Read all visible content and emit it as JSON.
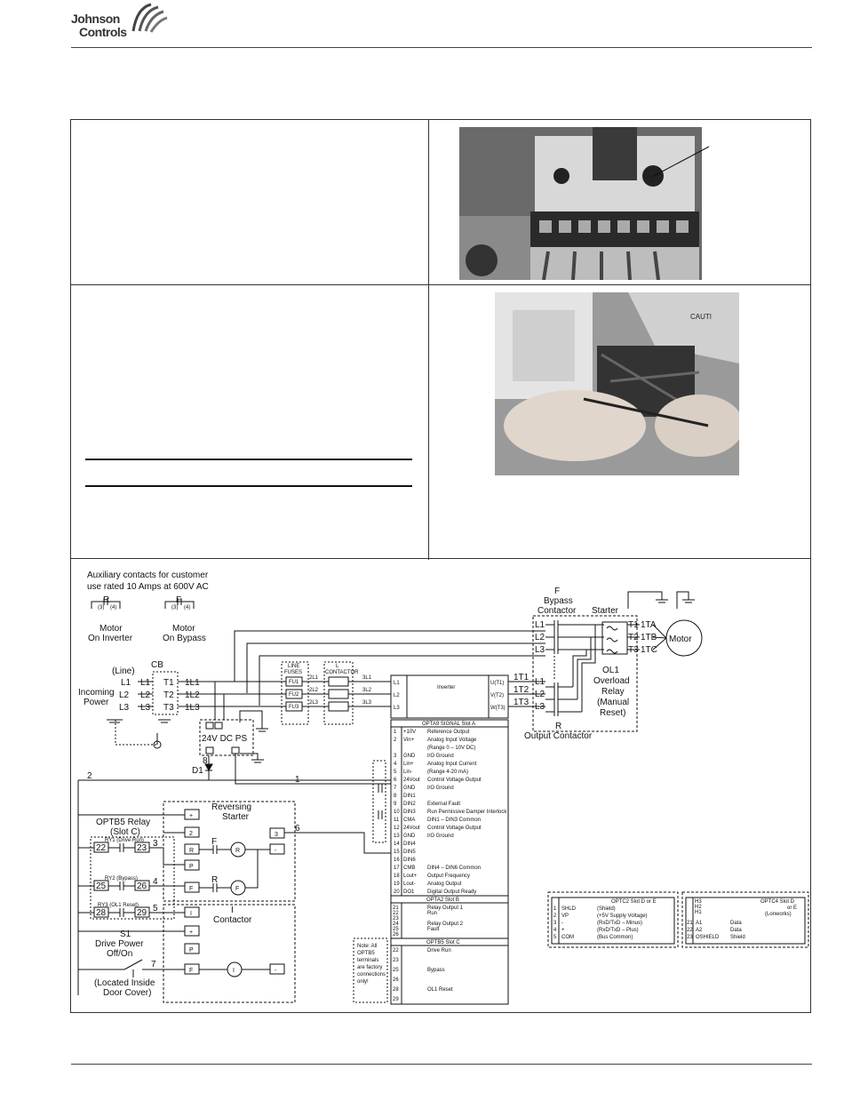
{
  "brand": {
    "line1": "Johnson",
    "line2": "Controls"
  },
  "aux": {
    "line1": "Auxiliary contacts for customer",
    "line2": "use rated 10 Amps at 600V AC",
    "r": "R",
    "f": "F",
    "p3": "(3)",
    "p4": "(4)",
    "motor_inv_1": "Motor",
    "motor_inv_2": "On Inverter",
    "motor_byp_1": "Motor",
    "motor_byp_2": "On Bypass"
  },
  "bypass": {
    "f": "F",
    "line1": "Bypass",
    "line2": "Contactor",
    "starter": "Starter"
  },
  "out": {
    "t1": "T1",
    "t2": "T2",
    "t3": "T3",
    "ta": "1TA",
    "tb": "1TB",
    "tc": "1TC",
    "motor": "Motor"
  },
  "ol1": {
    "l1": "OL1",
    "l2": "Overload",
    "l3": "Relay",
    "l4": "(Manual",
    "l5": "Reset)"
  },
  "outc": {
    "r": "R",
    "label": "Output Contactor"
  },
  "line": {
    "line": "(Line)",
    "cb": "CB",
    "inc1": "Incoming",
    "inc2": "Power",
    "l1": "L1",
    "l2": "L2",
    "l3": "L3",
    "t1": "T1",
    "t2": "T2",
    "t3": "T3",
    "w1": "1L1",
    "w2": "1L2",
    "w3": "1L3"
  },
  "fuses": {
    "title1": "LINE",
    "title2": "FUSES",
    "f": [
      "FU1",
      "FU2",
      "FU3"
    ],
    "n": [
      "2L1",
      "2L2",
      "2L3"
    ]
  },
  "contactor": {
    "title1": "L",
    "title2": "CONTACTOR",
    "n": [
      "3L1",
      "3L2",
      "3L3"
    ]
  },
  "inverter": {
    "title": "Inverter",
    "l": [
      "L1",
      "L2",
      "L3"
    ],
    "o": [
      "U(T1)",
      "V(T2)",
      "W(T3)"
    ],
    "out": [
      "1T1",
      "1T2",
      "1T3"
    ],
    "ol": [
      "L1",
      "L2",
      "L3"
    ]
  },
  "ps": {
    "label": "24V DC PS",
    "d1": "D1",
    "n8": "8",
    "n2": "2",
    "n1": "1"
  },
  "opta9": {
    "title": "OPTA9 SIGNAL Slot A",
    "rows": [
      {
        "n": "1",
        "t": "+10V",
        "d": "Reference Output"
      },
      {
        "n": "2",
        "t": "Vin+",
        "d": "Analog Input Voltage"
      },
      {
        "n": "",
        "t": "",
        "d": "(Range 0 – 10V DC)"
      },
      {
        "n": "3",
        "t": "GND",
        "d": "I/O Ground"
      },
      {
        "n": "4",
        "t": "Lin+",
        "d": "Analog Input Current"
      },
      {
        "n": "5",
        "t": "Lin-",
        "d": "(Range 4-20 mA)"
      },
      {
        "n": "6",
        "t": "24Vout",
        "d": "Control Voltage Output"
      },
      {
        "n": "7",
        "t": "GND",
        "d": "I/O Ground"
      },
      {
        "n": "8",
        "t": "DIN1",
        "d": ""
      },
      {
        "n": "9",
        "t": "DIN2",
        "d": "External Fault"
      },
      {
        "n": "10",
        "t": "DIN3",
        "d": "Run Permissive Damper Interlock"
      },
      {
        "n": "11",
        "t": "CMA",
        "d": "DIN1 – DIN3 Common"
      },
      {
        "n": "12",
        "t": "24Vout",
        "d": "Control Voltage Output"
      },
      {
        "n": "13",
        "t": "GND",
        "d": "I/O Ground"
      },
      {
        "n": "14",
        "t": "DIN4",
        "d": ""
      },
      {
        "n": "15",
        "t": "DIN5",
        "d": ""
      },
      {
        "n": "16",
        "t": "DIN6",
        "d": ""
      },
      {
        "n": "17",
        "t": "CMB",
        "d": "DIN4 – DIN6 Common"
      },
      {
        "n": "18",
        "t": "Lout+",
        "d": "Output Frequency"
      },
      {
        "n": "19",
        "t": "Lout-",
        "d": "Analog Output"
      },
      {
        "n": "20",
        "t": "DO1",
        "d": "Digital Output Ready"
      }
    ]
  },
  "opta2": {
    "title": "OPTA2 Slot B",
    "rows": [
      {
        "n": "21",
        "d": "Relay Output 1"
      },
      {
        "n": "22",
        "d": "Run"
      },
      {
        "n": "23",
        "d": ""
      },
      {
        "n": "24",
        "d": "Relay Output 2"
      },
      {
        "n": "25",
        "d": "Fault"
      },
      {
        "n": "26",
        "d": ""
      }
    ]
  },
  "optb5": {
    "title": "OPTB5 Slot C",
    "rows": [
      {
        "n": "22",
        "d": "Drive Run"
      },
      {
        "n": "23",
        "d": ""
      },
      {
        "n": "25",
        "d": "Bypass"
      },
      {
        "n": "26",
        "d": ""
      },
      {
        "n": "28",
        "d": "OL1 Reset"
      },
      {
        "n": "29",
        "d": ""
      }
    ]
  },
  "note": {
    "l1": "Note: All",
    "l2": "OPTB5",
    "l3": "terminals",
    "l4": "are factory",
    "l5": "connections",
    "l6": "only!"
  },
  "relay": {
    "title1": "OPTB5 Relay",
    "title2": "(Slot C)",
    "ry1": "RY1 (Drive Run)",
    "ry2": "RY2 (Bypass)",
    "ry3": "RY3 (OL1 Reset)",
    "t": [
      "22",
      "23",
      "25",
      "26",
      "28",
      "29"
    ],
    "n3": "3",
    "n4": "4",
    "n5": "5"
  },
  "rev": {
    "title1": "Reversing",
    "title2": "Starter",
    "plus": "+",
    "two": "2",
    "r": "R",
    "p": "P",
    "f": "F",
    "i": "I",
    "three": "3",
    "minus": "-",
    "six": "6",
    "cf": "F",
    "cr": "R",
    "coil_r": "R",
    "coil_f": "F"
  },
  "icon": {
    "title1": "I",
    "title2": "Contactor",
    "plus": "+",
    "p": "P",
    "f": "F",
    "i": "I",
    "minus": "-"
  },
  "s1": {
    "l1": "S1",
    "l2": "Drive Power",
    "l3": "Off/On",
    "l4": "(Located Inside",
    "l5": "Door Cover)",
    "n7": "7"
  },
  "optc2": {
    "title": "OPTC2 Slot D or E",
    "rows": [
      {
        "n": "1",
        "s": "SHLD",
        "d": "(Shield)"
      },
      {
        "n": "2",
        "s": "VP",
        "d": "(+5V Supply Voltage)"
      },
      {
        "n": "3",
        "s": "-",
        "d": "(RxD/TxD – Minus)"
      },
      {
        "n": "4",
        "s": "+",
        "d": "(RxD/TxD – Plus)"
      },
      {
        "n": "5",
        "s": "COM",
        "d": "(Bus Common)"
      }
    ]
  },
  "optc4": {
    "title1": "OPTC4 Slot D",
    "title2": "or E",
    "title3": "(Lonworks)",
    "h": [
      "H3",
      "H2",
      "H1"
    ],
    "rows": [
      {
        "n": "21",
        "s": "A1",
        "d": "Data"
      },
      {
        "n": "22",
        "s": "A2",
        "d": "Data"
      },
      {
        "n": "23",
        "s": "OSHIELD",
        "d": "Shield"
      }
    ]
  },
  "photo2": {
    "caution": "CAUTI"
  }
}
